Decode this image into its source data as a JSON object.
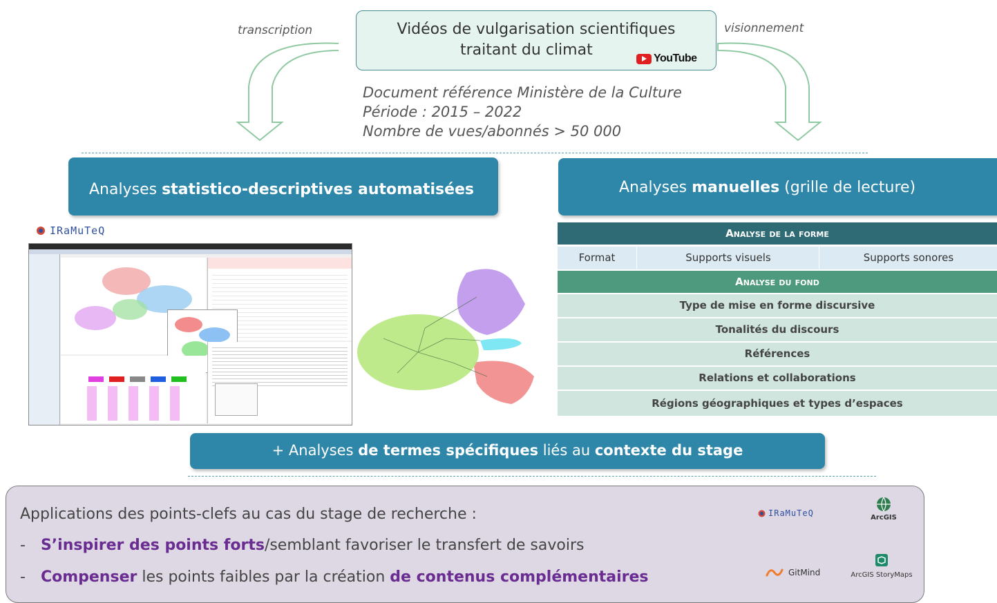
{
  "top_box": {
    "line1": "Vidéos de vulgarisation scientifiques",
    "line2": "traitant du climat",
    "youtube_label": "YouTube"
  },
  "arrows": {
    "left_label": "transcription",
    "right_label": "visionnement"
  },
  "reference": {
    "line1": "Document référence Ministère de la Culture",
    "line2": "Période : 2015 – 2022",
    "line3": "Nombre de vues/abonnés > 50 000"
  },
  "left_banner": {
    "prefix": "Analyses ",
    "bold": "statistico-descriptives automatisées"
  },
  "right_banner": {
    "prefix": "Analyses ",
    "bold": "manuelles",
    "suffix": " (grille de lecture)"
  },
  "iramuteq_logo": "IRaMuTeQ",
  "grid": {
    "header_forme": "Analyse de la forme",
    "forme_cells": [
      "Format",
      "Supports visuels",
      "Supports sonores"
    ],
    "header_fond": "Analyse du fond",
    "fond_rows": [
      "Type de mise en forme discursive",
      "Tonalités du discours",
      "Références",
      "Relations et collaborations",
      "Régions géographiques et types d’espaces"
    ]
  },
  "terms_banner": {
    "p1": "+ Analyses ",
    "b1": "de termes spécifiques",
    "p2": " liés au ",
    "b2": "contexte du stage"
  },
  "applications": {
    "title": "Applications des points-clefs au cas du stage de recherche :",
    "item1_dash": "-",
    "item1_bold": "S’inspirer des points forts",
    "item1_rest": "/semblant favoriser le transfert de savoirs",
    "item2_dash": "-",
    "item2_bold1": "Compenser",
    "item2_mid": " les points faibles par la création ",
    "item2_bold2": "de contenus complémentaires",
    "logos": {
      "iramuteq": "IRaMuTeQ",
      "arcgis": "ArcGIS",
      "gitmind": "GitMind",
      "storymaps": "ArcGIS StoryMaps"
    }
  },
  "colors": {
    "banner_blue": "#2e87a8",
    "grid_dark": "#2e6b74",
    "grid_light_blue": "#dcebf3",
    "grid_green_header": "#4e9a7f",
    "grid_green_rows": "#cfe5dd",
    "purple_text": "#6a2c91"
  }
}
